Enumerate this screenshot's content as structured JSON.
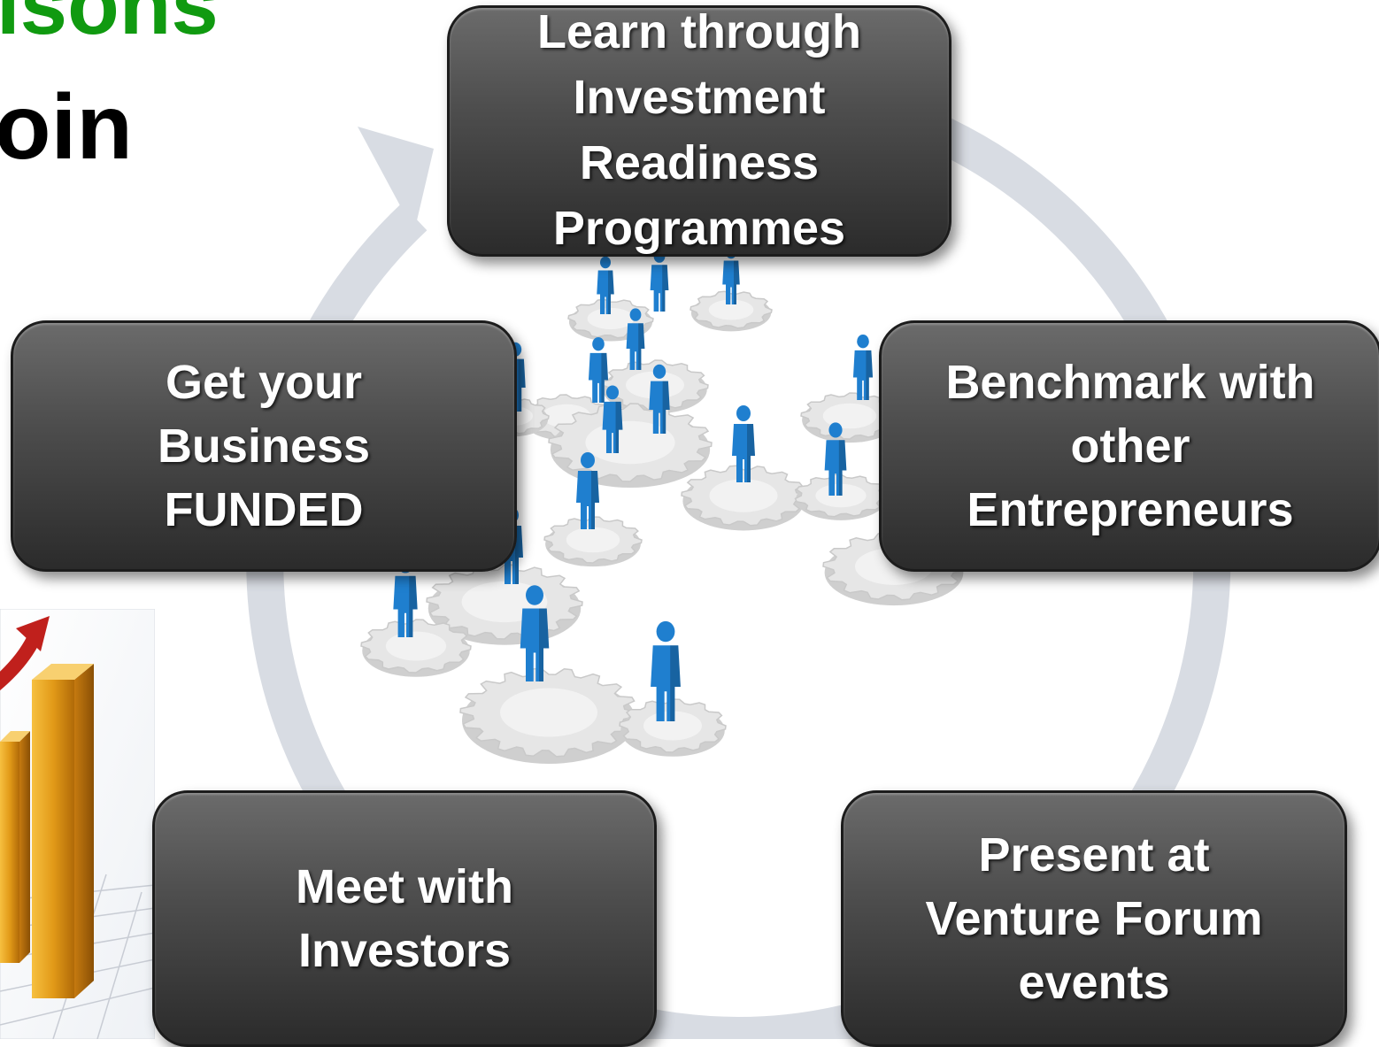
{
  "heading": {
    "line1": "isons",
    "line1_color": "#109a10",
    "line2": "oin",
    "line2_color": "#000000"
  },
  "cycle": {
    "arrow_color": "#d8dce3",
    "steps": [
      {
        "id": "learn",
        "label": "Learn through\nInvestment\nReadiness\nProgrammes"
      },
      {
        "id": "benchmark",
        "label": "Benchmark with\nother\nEntrepreneurs"
      },
      {
        "id": "present",
        "label": "Present at\nVenture Forum\nevents"
      },
      {
        "id": "meet",
        "label": "Meet with\nInvestors"
      },
      {
        "id": "funded",
        "label": "Get your\nBusiness\nFUNDED"
      }
    ]
  },
  "illustrations": {
    "center": "people-on-gears",
    "bottom_left": "growth-bar-chart-with-arrow",
    "figure_color": "#1f7fcf",
    "gear_color": "#e6e6e6",
    "bar_color": "#e0a020",
    "arrow_color": "#c0201c"
  },
  "box_style": {
    "fill_top": "#6b6b6b",
    "fill_bottom": "#2b2b2b",
    "text_color": "#ffffff"
  }
}
